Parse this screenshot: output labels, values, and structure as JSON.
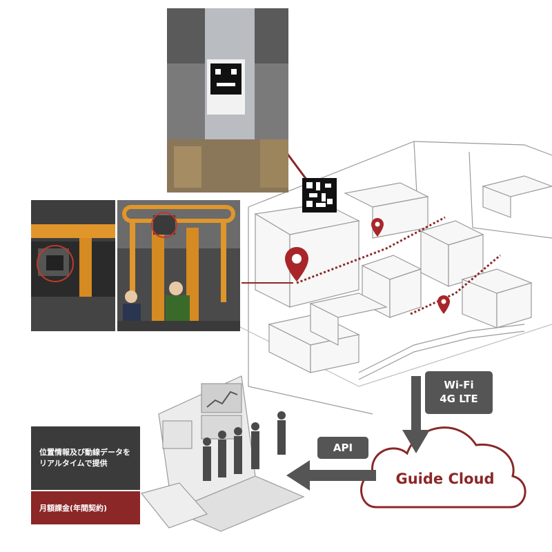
{
  "info_panel": {
    "text_line1": "位置情報及び動線データを",
    "text_line2": "リアルタイムで提供"
  },
  "billing_panel": {
    "text": "月額課金(年間契約)"
  },
  "connections": {
    "api_label": "API",
    "wireless_line1": "Wi-Fi",
    "wireless_line2": "4G LTE"
  },
  "cloud": {
    "label": "Guide Cloud"
  },
  "colors": {
    "accent_red": "#8b2727",
    "dark_panel": "#3b3b3b",
    "tag_gray": "#555555",
    "line_gray": "#9a9a9a"
  },
  "icons": {
    "location_pin": "map-pin-icon",
    "marker": "qr-marker-icon"
  }
}
